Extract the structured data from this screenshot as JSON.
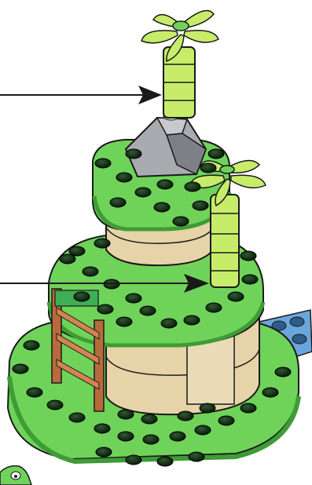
{
  "illustration": {
    "subject": "brick-build-instruction-step",
    "callouts": [
      {
        "pointer": "arrow-right",
        "target": "upper-palm-trunk"
      },
      {
        "pointer": "arrow-right",
        "target": "lower-palm-trunk"
      }
    ]
  },
  "colors": {
    "bright_green": "#6fd35a",
    "dark_green_stud": "#0f2a12",
    "lime": "#c7ec6a",
    "tan": "#e6d3a8",
    "light_gray": "#a9abb0",
    "blue": "#6aa6dc",
    "brown": "#b86a3c",
    "outline": "#1a1a1a"
  }
}
